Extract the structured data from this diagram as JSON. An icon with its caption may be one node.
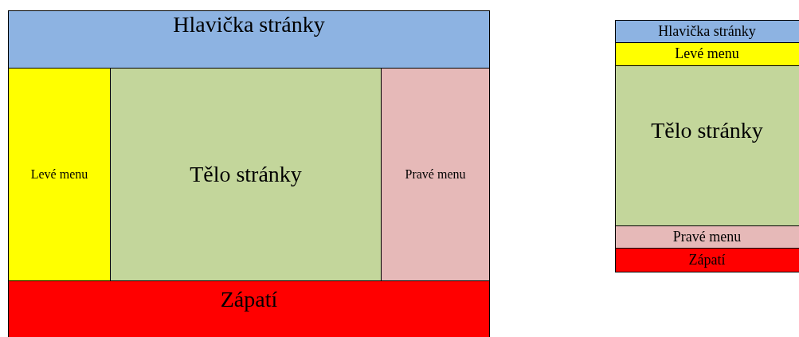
{
  "diagram": {
    "nodes": [
      {
        "text": [
          "Hlavička stránky"
        ]
      },
      {
        "text": [
          "Levé menu"
        ]
      },
      {
        "text": [
          "Tělo stránky"
        ]
      },
      {
        "text": [
          "Pravé menu"
        ]
      },
      {
        "text": [
          "Zápatí"
        ]
      },
      {
        "text": [
          "Hlavička stránky"
        ]
      },
      {
        "text": [
          "Levé menu"
        ]
      },
      {
        "text": [
          "Tělo stránky"
        ]
      },
      {
        "text": [
          "Pravé menu"
        ]
      },
      {
        "text": [
          "Zápatí"
        ]
      }
    ]
  }
}
